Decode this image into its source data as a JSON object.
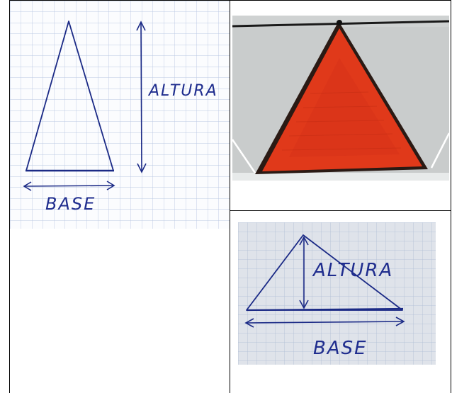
{
  "figure_1": {
    "height_label": "ALTURA",
    "base_label": "BASE"
  },
  "figure_3": {
    "height_label": "ALTURA",
    "base_label": "BASE"
  },
  "colors": {
    "ink": "#1f2d8e",
    "grid": "#b9c8e2",
    "triangle_red": "#e0391a",
    "wall_gray": "#c9cccc"
  }
}
